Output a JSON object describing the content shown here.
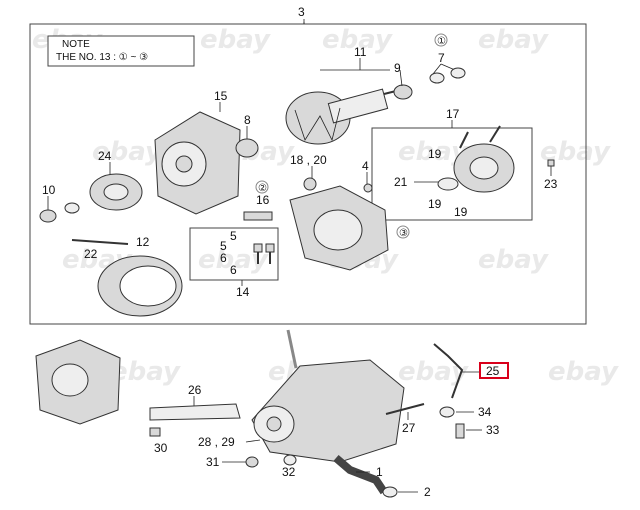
{
  "note": {
    "title": "NOTE",
    "line": "THE NO. 13 : ① ~ ③"
  },
  "watermark": "ebay",
  "highlight_color": "#d9001b",
  "callouts": {
    "c3": "3",
    "c11": "11",
    "c9": "9",
    "c1": "①",
    "c7": "7",
    "c15": "15",
    "c8": "8",
    "c17": "17",
    "c24": "24",
    "c18_20": "18 , 20",
    "c4": "4",
    "c19a": "19",
    "c21": "21",
    "c19b": "19",
    "c19c": "19",
    "c23": "23",
    "c10": "10",
    "c2": "②",
    "c16": "16",
    "c5a": "5",
    "c5b": "5",
    "c6a": "6",
    "c6b": "6",
    "c22": "22",
    "c12": "12",
    "c14": "14",
    "c3circ": "③",
    "c26": "26",
    "c30": "30",
    "c28_29": "28 , 29",
    "c31": "31",
    "c32": "32",
    "c27": "27",
    "c34": "34",
    "c33": "33",
    "c1b": "1",
    "c2b": "2",
    "c25": "25"
  }
}
